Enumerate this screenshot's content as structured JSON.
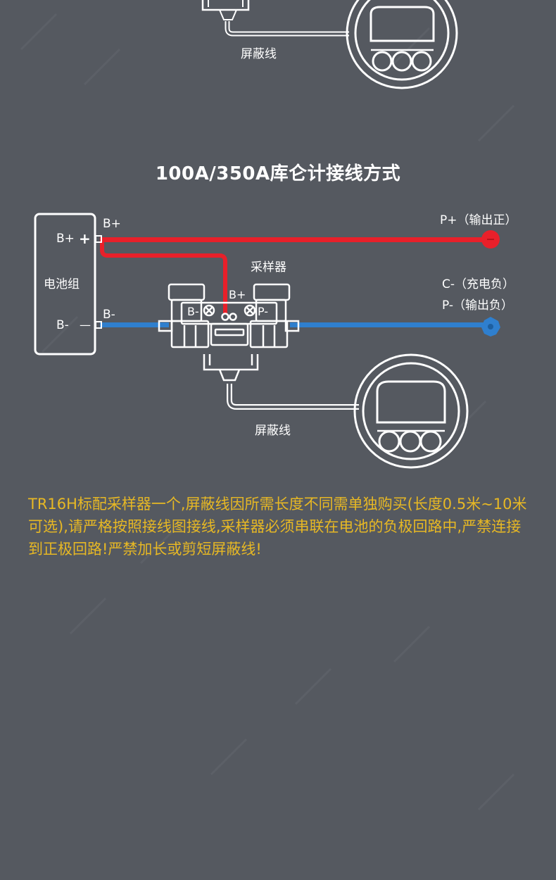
{
  "title": "100A/350A库仑计接线方式",
  "top_fragment": {
    "shield_cable_label": "屏蔽线"
  },
  "battery": {
    "label": "电池组",
    "pos_terminal": "B+",
    "neg_terminal": "B-",
    "plus_sign": "+",
    "minus_sign": "—"
  },
  "wires": {
    "bplus_label": "B+",
    "bminus_label": "B-",
    "sampler_bplus_label": "B+"
  },
  "sampler": {
    "label": "采样器",
    "left_terminal": "B-",
    "right_terminal": "P-"
  },
  "outputs": {
    "p_plus": "P+（输出正）",
    "c_minus": "C-（充电负）",
    "p_minus": "P-（输出负）"
  },
  "shield_cable_label": "屏蔽线",
  "note": "TR16H标配采样器一个,屏蔽线因所需长度不同需单独购买(长度0.5米~10米可选),请严格按照接线图接线,采样器必须串联在电池的负极回路中,严禁连接到正极回路!严禁加长或剪短屏蔽线!",
  "colors": {
    "background": "#555960",
    "positive_wire": "#e8202a",
    "negative_wire": "#2f7fce",
    "note_text": "#e7b824",
    "line": "#ffffff"
  },
  "icons": [
    "battery-pack",
    "sampler-module",
    "coulometer-meter",
    "wire-terminal"
  ]
}
